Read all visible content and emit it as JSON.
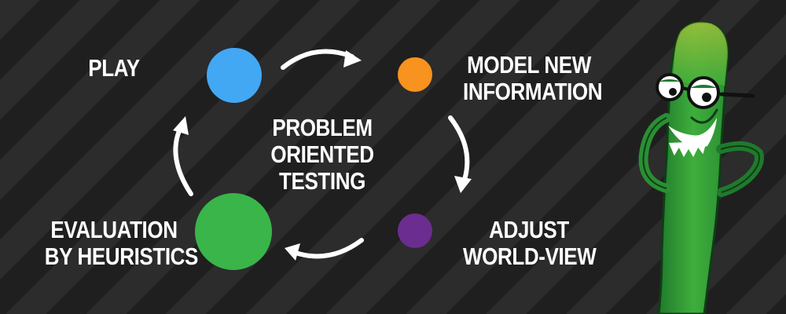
{
  "center": {
    "lines": [
      "PROBLEM",
      "ORIENTED",
      "TESTING"
    ]
  },
  "stages": {
    "play": {
      "lines": [
        "PLAY"
      ],
      "color": "#42a8f4"
    },
    "model": {
      "lines": [
        "MODEL NEW",
        "INFORMATION"
      ],
      "color": "#f7931e"
    },
    "adjust": {
      "lines": [
        "ADJUST",
        "WORLD-VIEW"
      ],
      "color": "#6b2d8f"
    },
    "evaluation": {
      "lines": [
        "EVALUATION",
        "BY HEURISTICS"
      ],
      "color": "#3ab54a"
    }
  },
  "mascot_icon": "green-pickle-mascot-with-glasses"
}
